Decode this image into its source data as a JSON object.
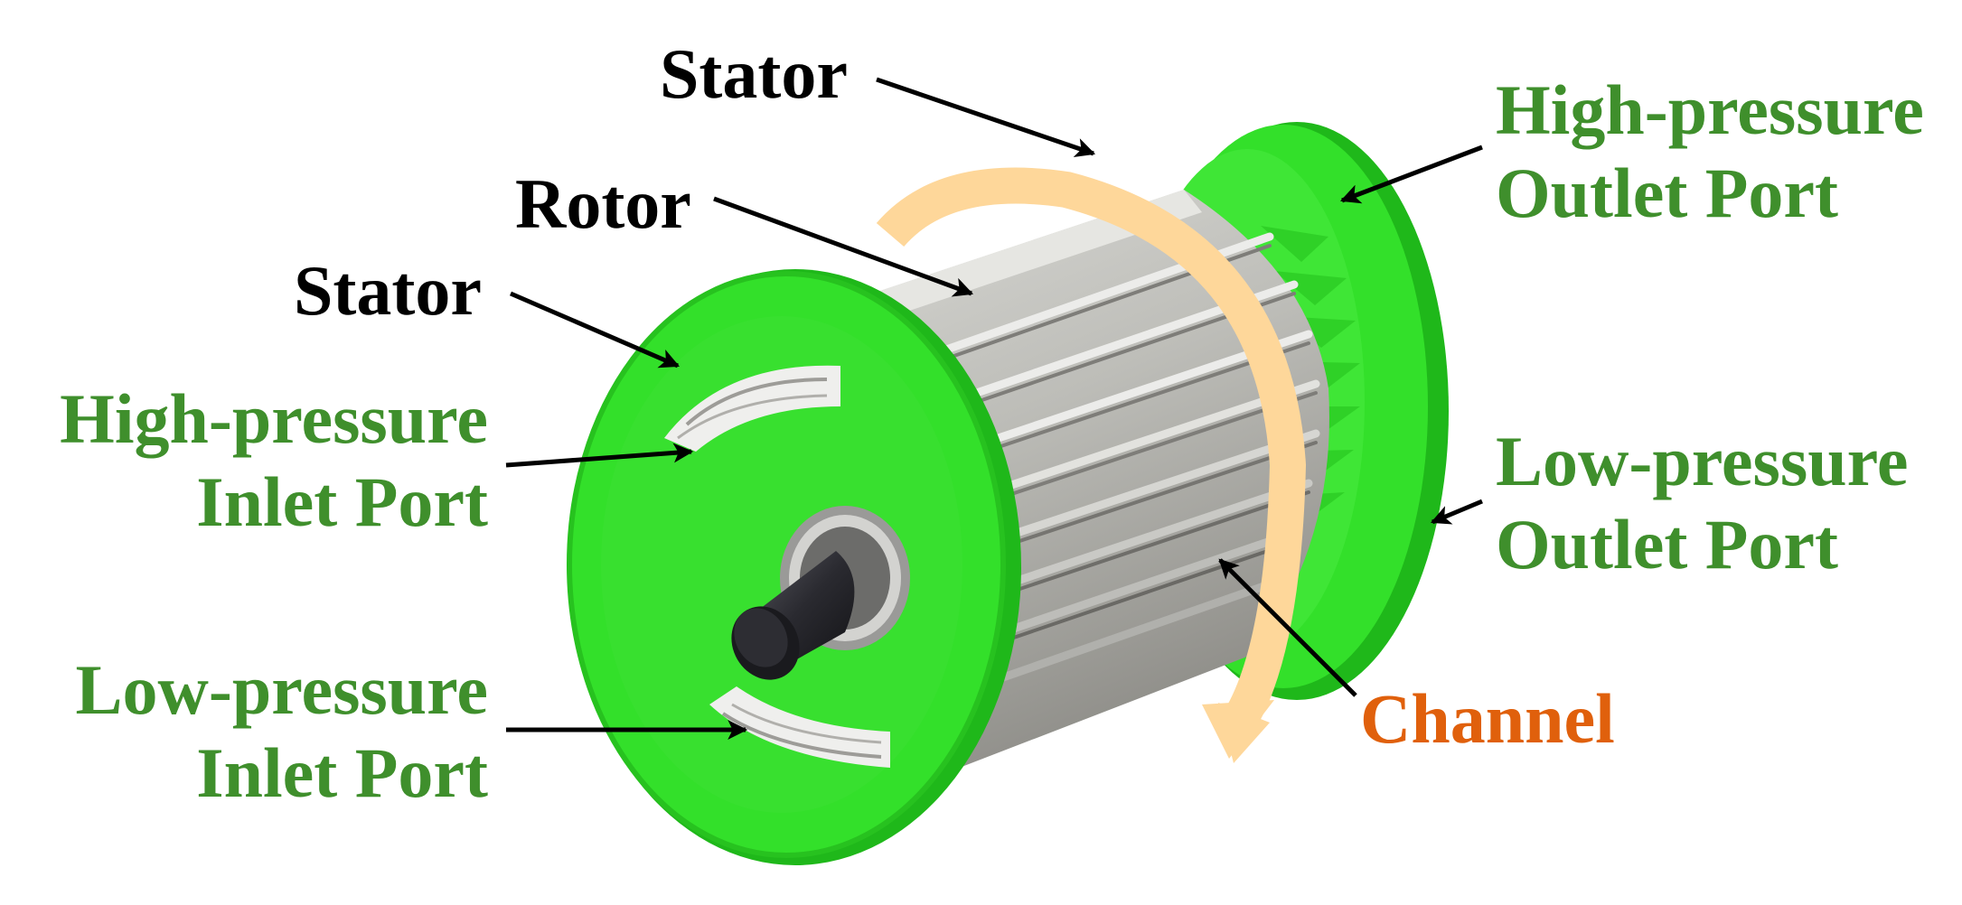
{
  "labels": {
    "stator_top": "Stator",
    "rotor": "Rotor",
    "stator_left": "Stator",
    "hp_inlet_line1": "High-pressure",
    "hp_inlet_line2": "Inlet Port",
    "lp_inlet_line1": "Low-pressure",
    "lp_inlet_line2": "Inlet Port",
    "hp_outlet_line1": "High-pressure",
    "hp_outlet_line2": "Outlet Port",
    "lp_outlet_line1": "Low-pressure",
    "lp_outlet_line2": "Outlet Port",
    "channel": "Channel"
  },
  "colors": {
    "stator_green": "#33e02a",
    "stator_dark_green": "#1fb81a",
    "port_label_green": "#3f8f2c",
    "rotor_gray": "#b9b9b4",
    "rotation_arrow": "#fed79a",
    "channel_label": "#e0600c",
    "shaft": "#2b2b30"
  }
}
